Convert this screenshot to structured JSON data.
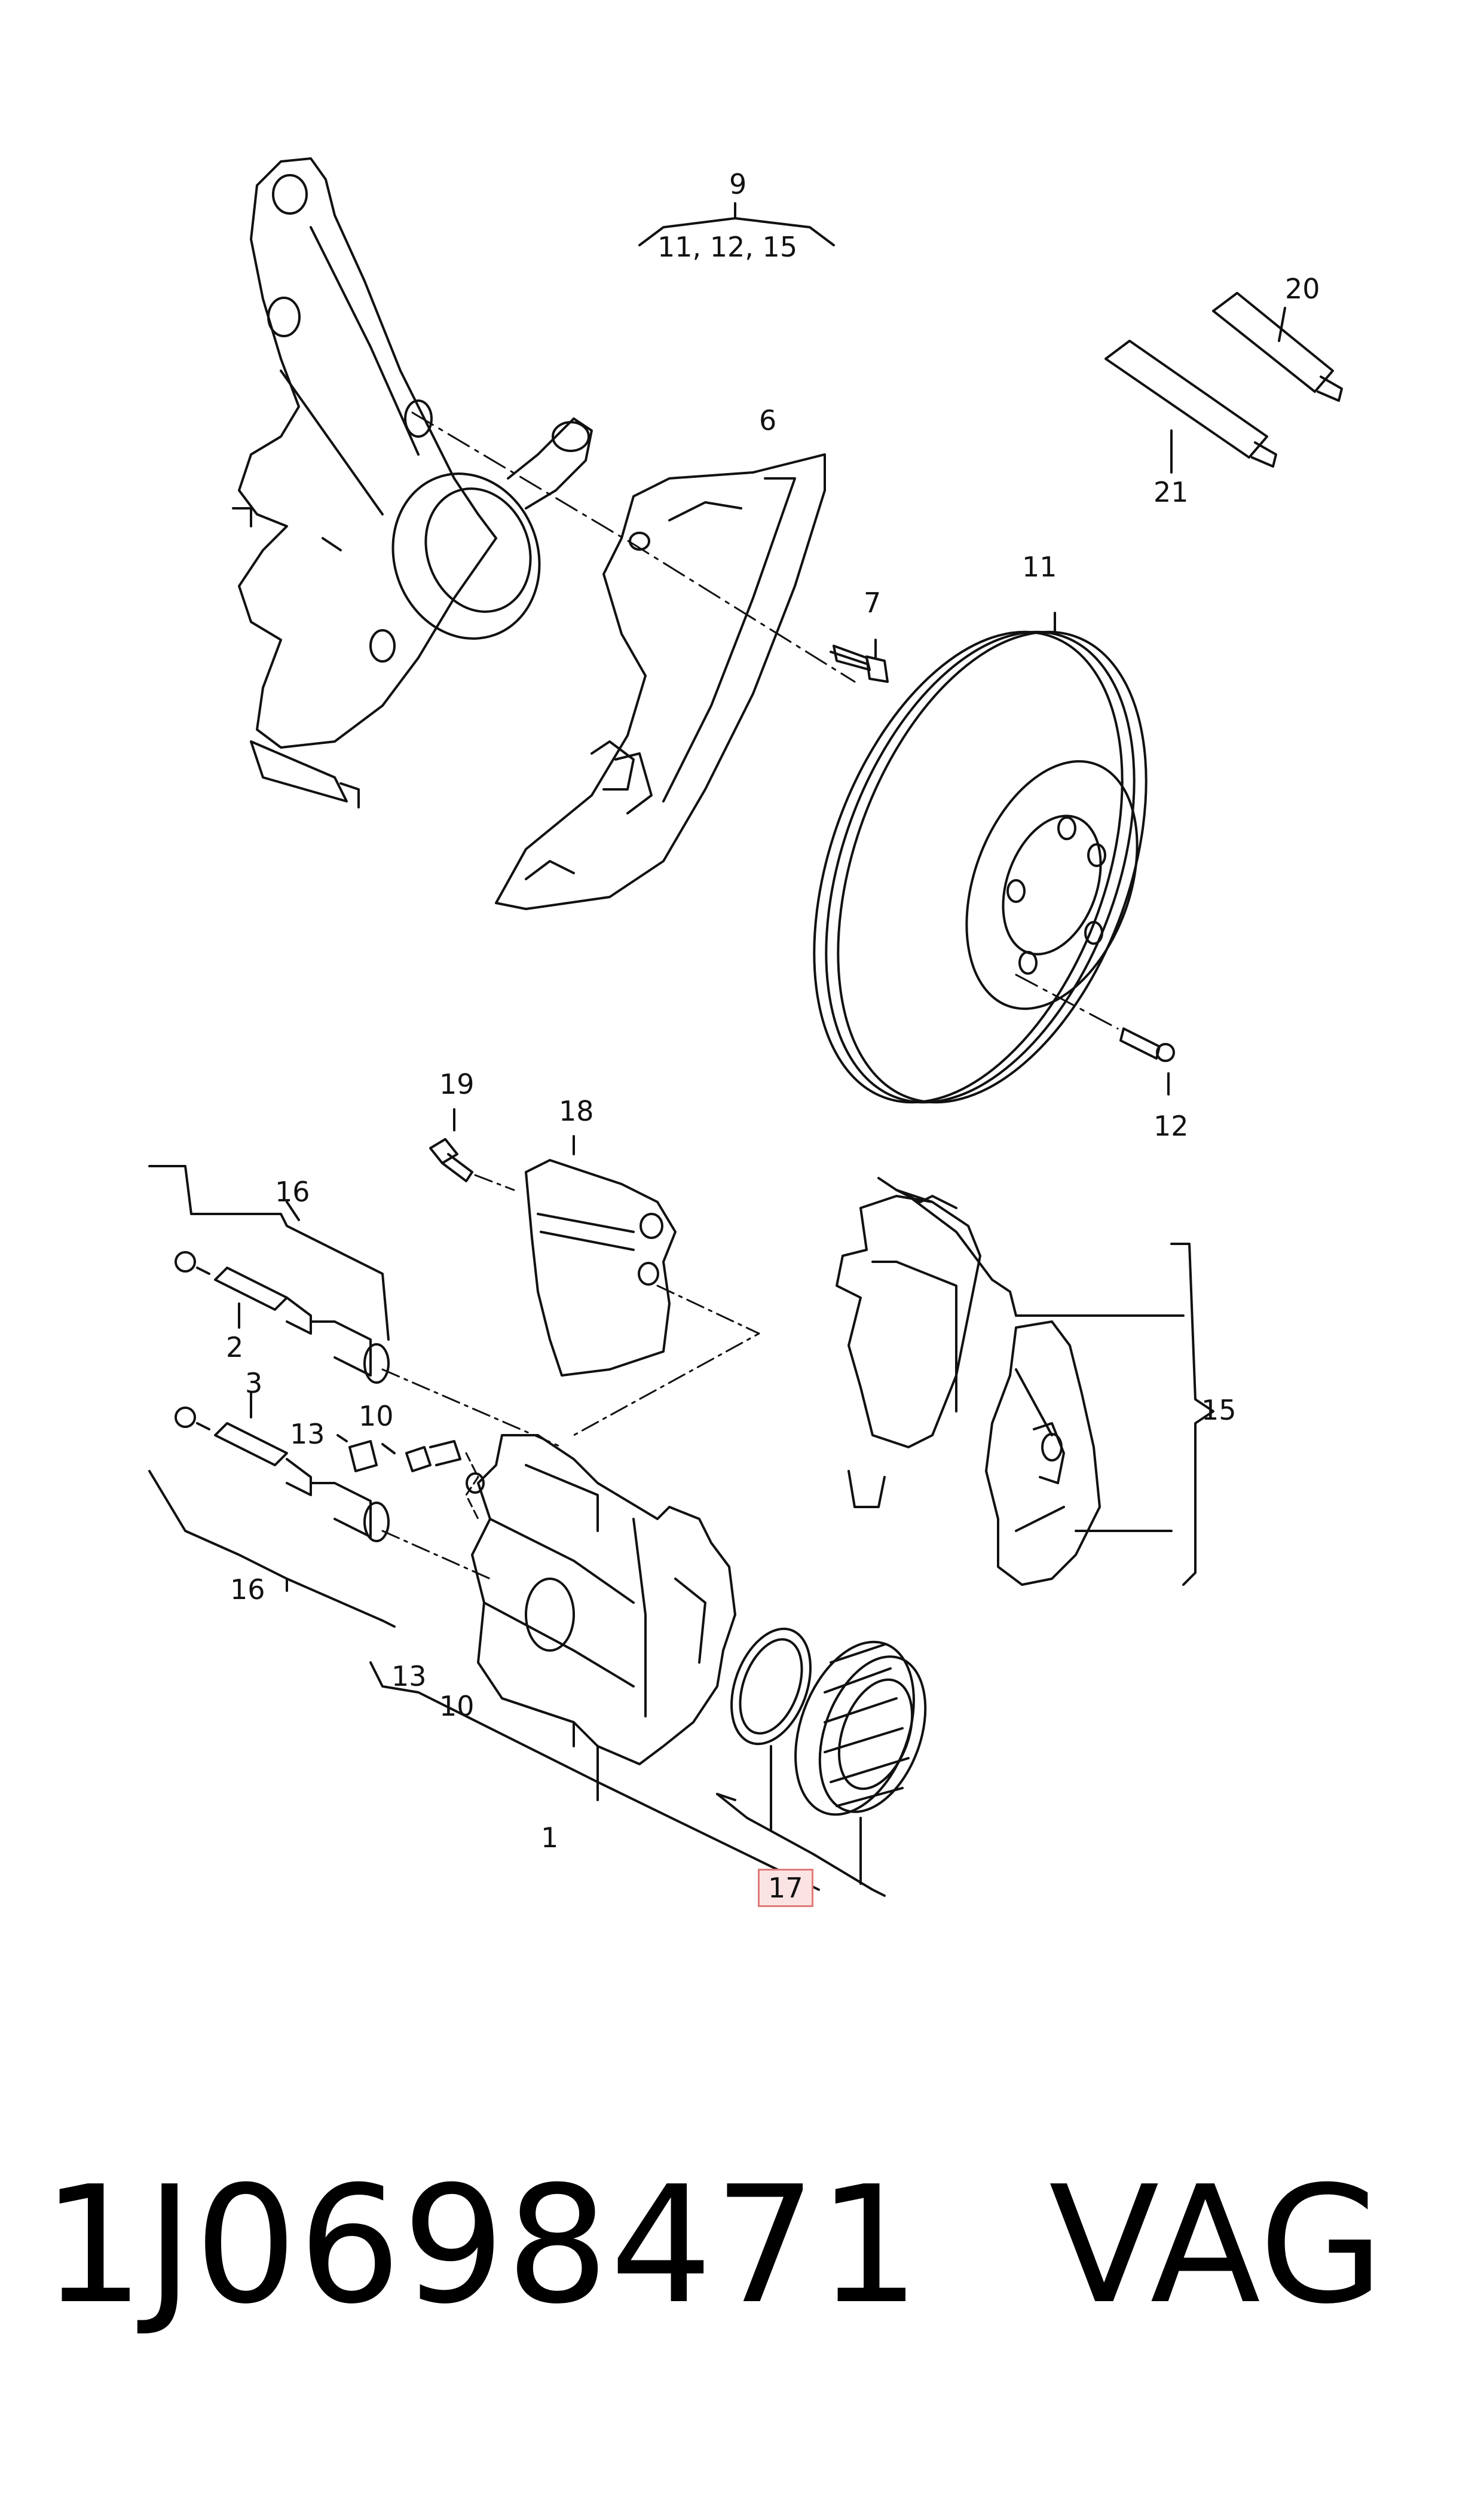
{
  "callouts": {
    "c9": "9",
    "c9_sub": "11, 12, 15",
    "c20": "20",
    "c21": "21",
    "c6": "6",
    "c7": "7",
    "c11": "11",
    "c12": "12",
    "c19": "19",
    "c18": "18",
    "c16a": "16",
    "c2": "2",
    "c3": "3",
    "c13a": "13",
    "c10a": "10",
    "c16b": "16",
    "c15": "15",
    "c13b": "13",
    "c10b": "10",
    "c1": "1",
    "c17": "17"
  },
  "footer": {
    "part_number": "1J0698471",
    "brand": "VAG"
  },
  "colors": {
    "line": "#111111",
    "highlight_border": "#e07a7a",
    "highlight_fill": "#fbe3e3"
  }
}
